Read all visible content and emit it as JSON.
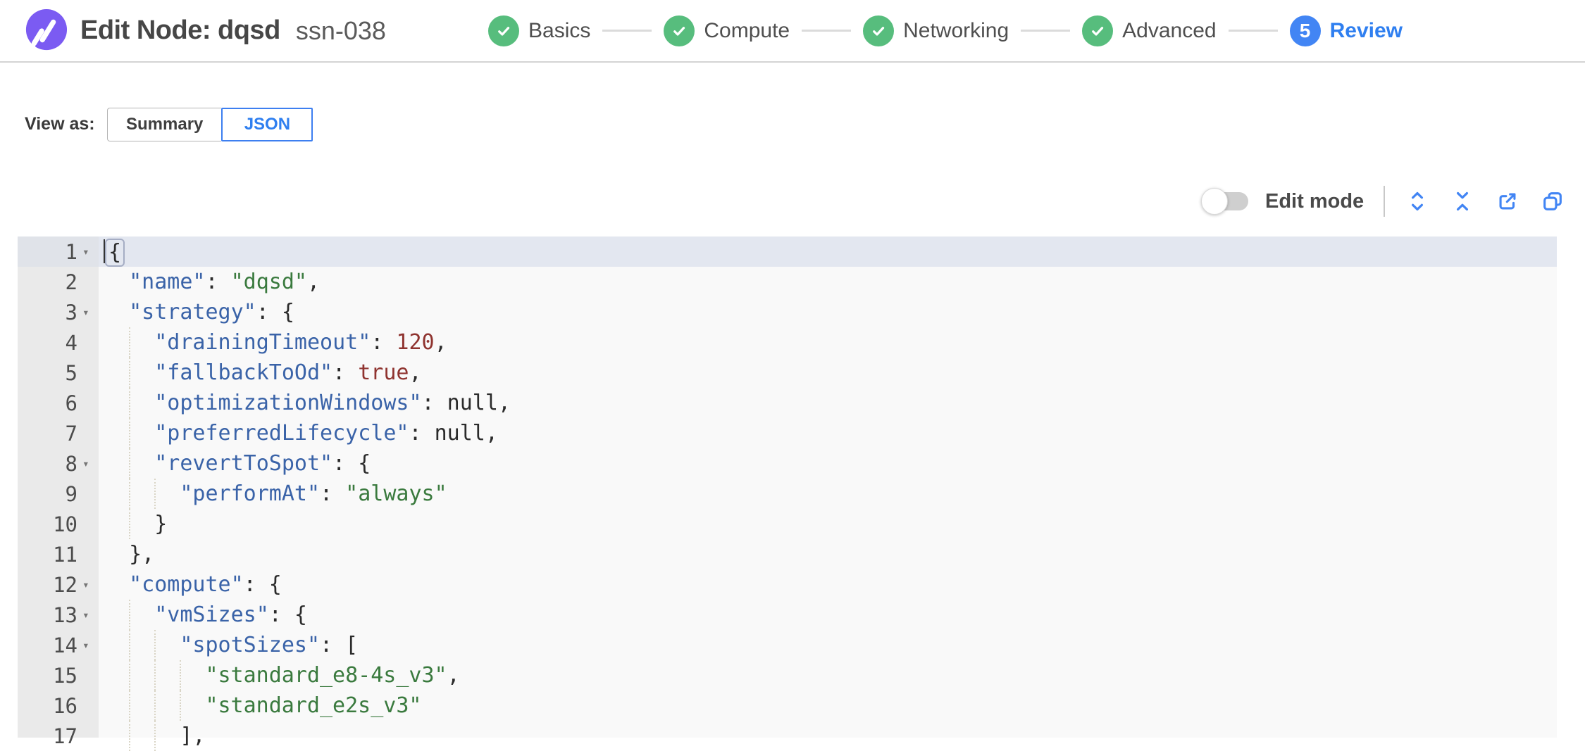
{
  "header": {
    "title": "Edit Node: dqsd",
    "subtitle": "ssn-038",
    "steps": [
      {
        "label": "Basics",
        "state": "done"
      },
      {
        "label": "Compute",
        "state": "done"
      },
      {
        "label": "Networking",
        "state": "done"
      },
      {
        "label": "Advanced",
        "state": "done"
      },
      {
        "label": "Review",
        "state": "current",
        "number": "5"
      }
    ]
  },
  "view_as": {
    "label": "View as:",
    "options": [
      {
        "label": "Summary",
        "selected": false
      },
      {
        "label": "JSON",
        "selected": true
      }
    ]
  },
  "toolbar": {
    "edit_mode_label": "Edit mode",
    "edit_mode_on": false,
    "icons": [
      "expand-icon",
      "collapse-icon",
      "export-icon",
      "copy-icon"
    ]
  },
  "colors": {
    "accent_blue": "#2F7FF0",
    "icon_blue": "#4285F4",
    "step_green": "#57BD7D",
    "logo_purple": "#7B5BF2",
    "active_line": "#E3E7F0",
    "code_key": "#3A63A8",
    "code_string": "#3A7A3E",
    "code_number": "#8F332F"
  },
  "editor": {
    "lines": [
      {
        "n": 1,
        "i": 0,
        "fold": true,
        "active": true,
        "cursor": true,
        "tokens": [
          [
            "match",
            "{"
          ]
        ]
      },
      {
        "n": 2,
        "i": 1,
        "tokens": [
          [
            "key",
            "\"name\""
          ],
          [
            "p",
            ": "
          ],
          [
            "str",
            "\"dqsd\""
          ],
          [
            "p",
            ","
          ]
        ]
      },
      {
        "n": 3,
        "i": 1,
        "fold": true,
        "tokens": [
          [
            "key",
            "\"strategy\""
          ],
          [
            "p",
            ": {"
          ]
        ]
      },
      {
        "n": 4,
        "i": 2,
        "tokens": [
          [
            "key",
            "\"drainingTimeout\""
          ],
          [
            "p",
            ": "
          ],
          [
            "num",
            "120"
          ],
          [
            "p",
            ","
          ]
        ]
      },
      {
        "n": 5,
        "i": 2,
        "tokens": [
          [
            "key",
            "\"fallbackToOd\""
          ],
          [
            "p",
            ": "
          ],
          [
            "num",
            "true"
          ],
          [
            "p",
            ","
          ]
        ]
      },
      {
        "n": 6,
        "i": 2,
        "tokens": [
          [
            "key",
            "\"optimizationWindows\""
          ],
          [
            "p",
            ": "
          ],
          [
            "nul",
            "null"
          ],
          [
            "p",
            ","
          ]
        ]
      },
      {
        "n": 7,
        "i": 2,
        "tokens": [
          [
            "key",
            "\"preferredLifecycle\""
          ],
          [
            "p",
            ": "
          ],
          [
            "nul",
            "null"
          ],
          [
            "p",
            ","
          ]
        ]
      },
      {
        "n": 8,
        "i": 2,
        "fold": true,
        "tokens": [
          [
            "key",
            "\"revertToSpot\""
          ],
          [
            "p",
            ": {"
          ]
        ]
      },
      {
        "n": 9,
        "i": 3,
        "tokens": [
          [
            "key",
            "\"performAt\""
          ],
          [
            "p",
            ": "
          ],
          [
            "str",
            "\"always\""
          ]
        ]
      },
      {
        "n": 10,
        "i": 2,
        "tokens": [
          [
            "p",
            "}"
          ]
        ]
      },
      {
        "n": 11,
        "i": 1,
        "tokens": [
          [
            "p",
            "},"
          ]
        ]
      },
      {
        "n": 12,
        "i": 1,
        "fold": true,
        "tokens": [
          [
            "key",
            "\"compute\""
          ],
          [
            "p",
            ": {"
          ]
        ]
      },
      {
        "n": 13,
        "i": 2,
        "fold": true,
        "tokens": [
          [
            "key",
            "\"vmSizes\""
          ],
          [
            "p",
            ": {"
          ]
        ]
      },
      {
        "n": 14,
        "i": 3,
        "fold": true,
        "tokens": [
          [
            "key",
            "\"spotSizes\""
          ],
          [
            "p",
            ": ["
          ]
        ]
      },
      {
        "n": 15,
        "i": 4,
        "tokens": [
          [
            "str",
            "\"standard_e8-4s_v3\""
          ],
          [
            "p",
            ","
          ]
        ]
      },
      {
        "n": 16,
        "i": 4,
        "tokens": [
          [
            "str",
            "\"standard_e2s_v3\""
          ]
        ]
      },
      {
        "n": 17,
        "i": 3,
        "tokens": [
          [
            "p",
            "],"
          ]
        ]
      }
    ]
  }
}
